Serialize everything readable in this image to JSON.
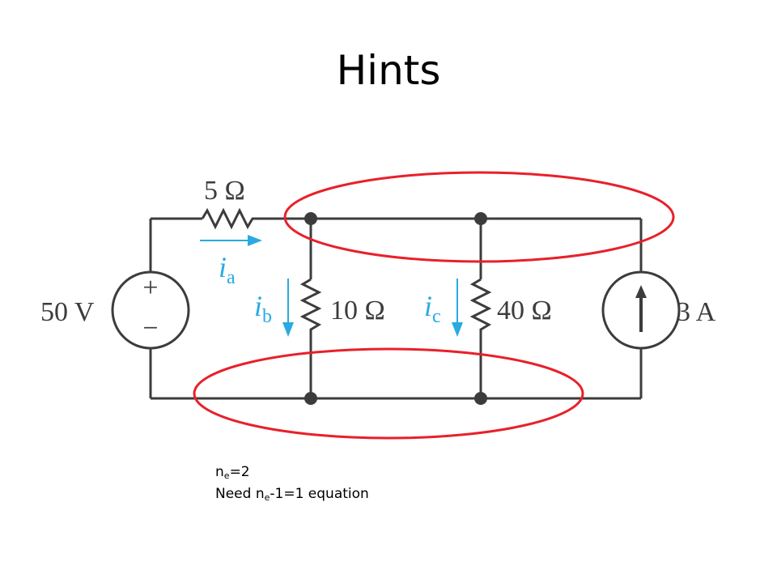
{
  "slide": {
    "title": "Hints"
  },
  "circuit": {
    "source_voltage": "50 V",
    "source_current": "3 A",
    "resistor_series": "5 Ω",
    "resistor_mid": "10 Ω",
    "resistor_right": "40 Ω",
    "plus_sign": "+",
    "minus_sign": "−",
    "current_a": {
      "sym": "i",
      "sub": "a"
    },
    "current_b": {
      "sym": "i",
      "sub": "b"
    },
    "current_c": {
      "sym": "i",
      "sub": "c"
    },
    "wire_color": "#3c3c3c",
    "current_color": "#29aae1",
    "highlight_color": "#e8202a"
  },
  "notes": {
    "line1": {
      "pre": "n",
      "sub": "e",
      "post": "=2"
    },
    "line2": {
      "pre": "Need n",
      "sub": "e",
      "post": "-1=1 equation"
    }
  }
}
